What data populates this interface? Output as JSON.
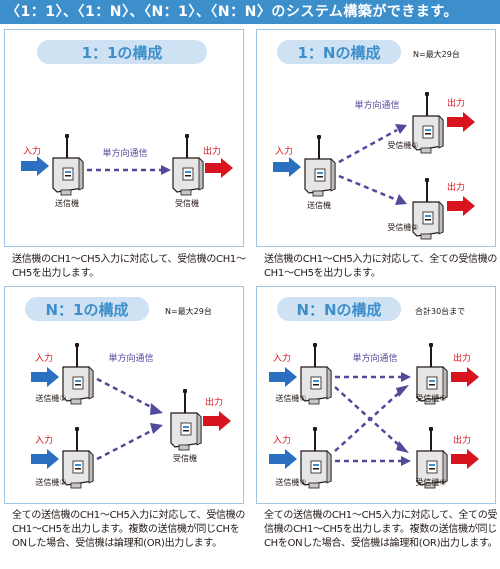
{
  "header": {
    "title": "〈1：1〉、〈1：N〉、〈N：1〉、〈N：N〉のシステム構築ができます。"
  },
  "colors": {
    "header": "#3d8fcb",
    "title_pill": "#cfe2f3",
    "title_text": "#3d8fcb",
    "input_arrow": "#2a6fc0",
    "output_arrow": "#d8141f",
    "dash": "#514a9a",
    "label": "#d8141f"
  },
  "icons": {
    "transmitter": "transmitter-device-icon",
    "receiver": "receiver-device-icon"
  },
  "panels": [
    {
      "title": "1：1の構成",
      "note": "",
      "labels": {
        "input": "入力",
        "comm": "単方向通信",
        "output": "出力",
        "tx": "送信機",
        "rx": "受信機"
      },
      "desc": "送信機のCH1〜CH5入力に対応して、受信機のCH1〜CH5を出力します。"
    },
    {
      "title": "1：Nの構成",
      "note": "N=最大29台",
      "labels": {
        "input": "入力",
        "comm": "単方向通信",
        "output1": "出力",
        "output2": "出力",
        "tx": "送信機",
        "rx1": "受信機①",
        "rx2": "受信機②"
      },
      "desc": "送信機のCH1〜CH5入力に対応して、全ての受信機のCH1〜CH5を出力します。"
    },
    {
      "title": "N：1の構成",
      "note": "N=最大29台",
      "labels": {
        "input1": "入力",
        "input2": "入力",
        "comm": "単方向通信",
        "output": "出力",
        "tx1": "送信機①",
        "tx2": "送信機②",
        "rx": "受信機"
      },
      "desc": "全ての送信機のCH1〜CH5入力に対応して、受信機のCH1〜CH5を出力します。複数の送信機が同じCHをONした場合、受信機は論理和(OR)出力します。"
    },
    {
      "title": "N：Nの構成",
      "note": "合計30台まで",
      "labels": {
        "input1": "入力",
        "input2": "入力",
        "comm": "単方向通信",
        "output1": "出力",
        "output2": "出力",
        "tx1": "送信機①",
        "tx2": "送信機②",
        "rx1": "受信機①",
        "rx2": "受信機②"
      },
      "desc": "全ての送信機のCH1〜CH5入力に対応して、全ての受信機のCH1〜CH5を出力します。複数の送信機が同じCHをONした場合、受信機は論理和(OR)出力します。"
    }
  ]
}
